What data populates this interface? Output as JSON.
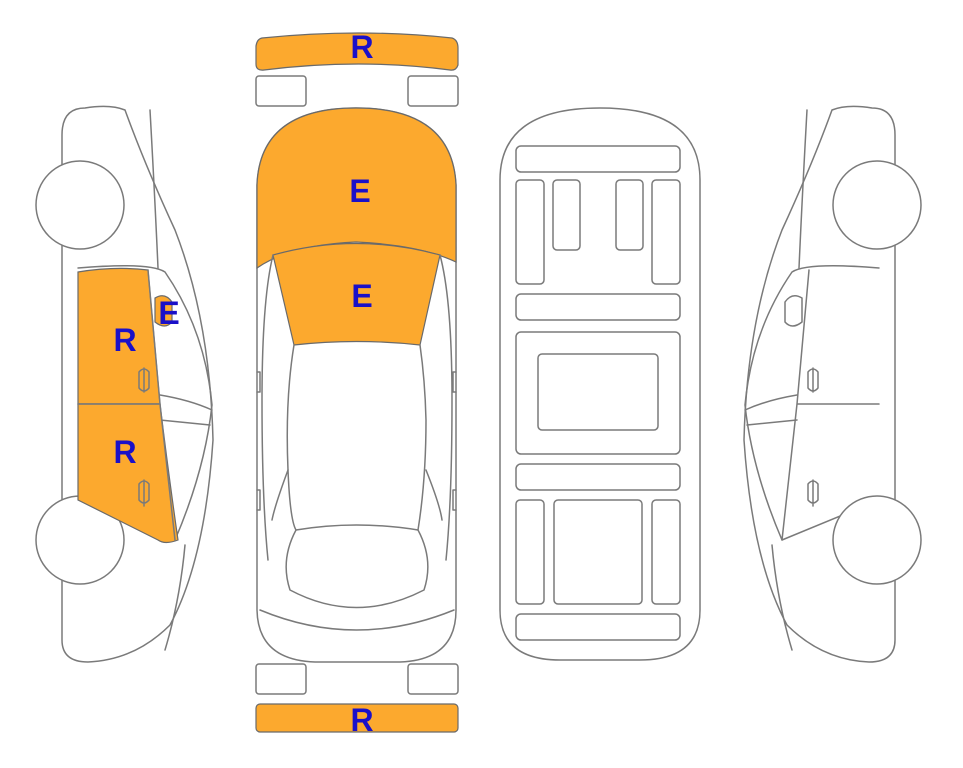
{
  "colors": {
    "damage_fill": "#FCA92E",
    "label_color": "#1A10C8",
    "outline": "#7a7a7a"
  },
  "views": [
    "left-side",
    "top",
    "underside",
    "right-side"
  ],
  "damage_marks": [
    {
      "part": "front-bumper",
      "code": "R"
    },
    {
      "part": "hood",
      "code": "E"
    },
    {
      "part": "windshield",
      "code": "E"
    },
    {
      "part": "left-mirror",
      "code": "E"
    },
    {
      "part": "left-front-door",
      "code": "R"
    },
    {
      "part": "left-rear-door",
      "code": "R"
    },
    {
      "part": "rear-bumper",
      "code": "R"
    }
  ]
}
